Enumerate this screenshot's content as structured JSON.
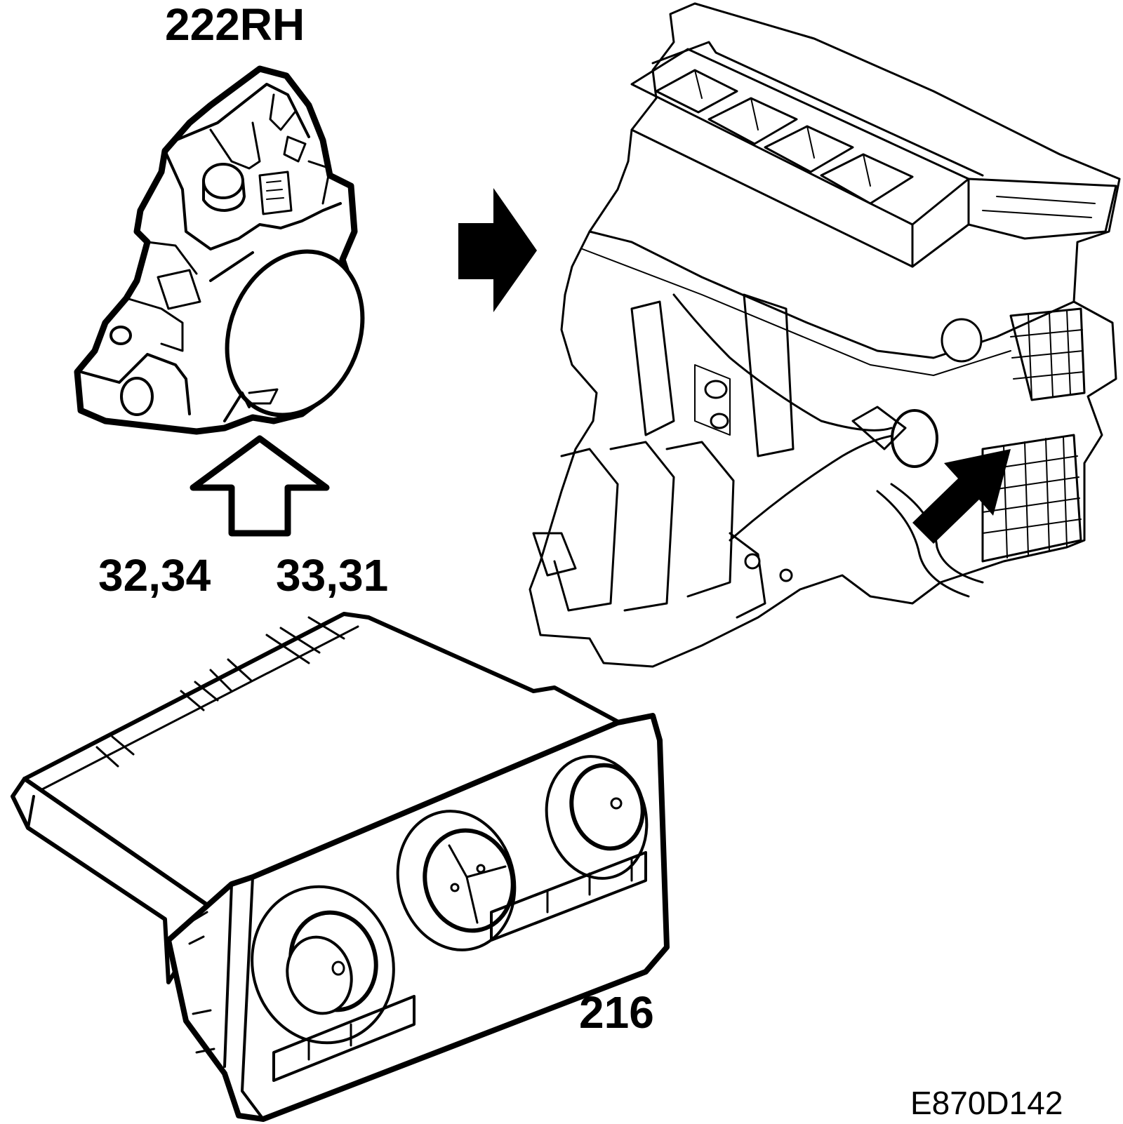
{
  "labels": {
    "actuator": "222RH",
    "connector_left": "32,34",
    "connector_right": "33,31",
    "control_panel": "216",
    "figure_ref": "E870D142"
  },
  "colors": {
    "ink": "#000000",
    "paper": "#ffffff"
  },
  "icons": {
    "actuator": "actuator-motor-icon",
    "heater_unit": "heater-blower-housing-icon",
    "control_panel": "climate-control-panel-icon"
  }
}
